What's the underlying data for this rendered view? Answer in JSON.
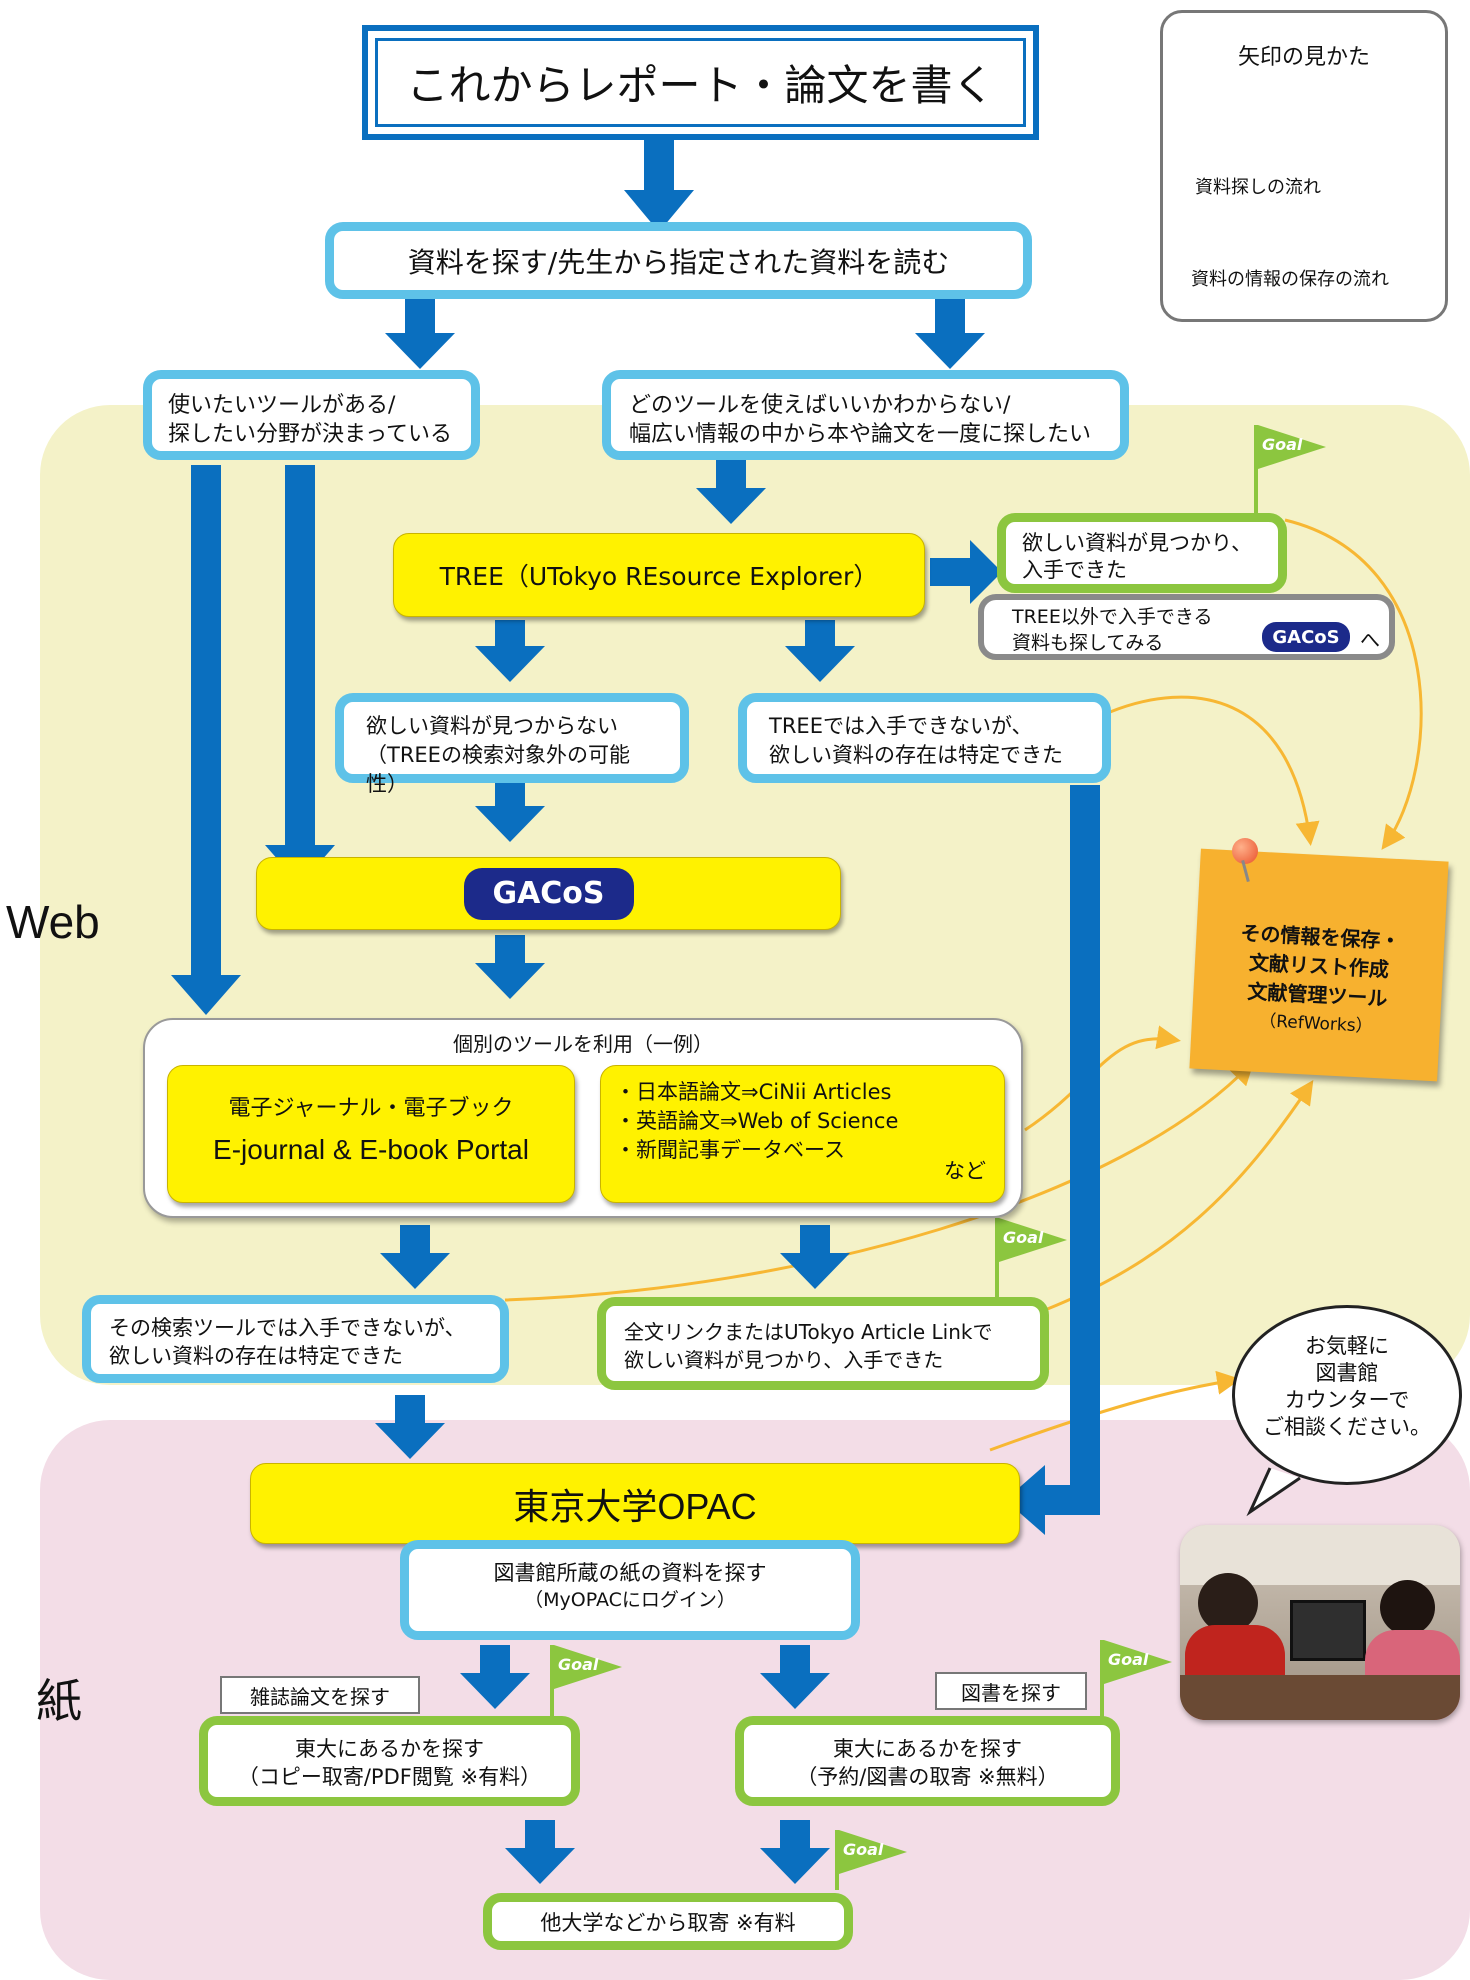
{
  "title": "これからレポート・論文を書く",
  "legend": {
    "title": "矢印の見かた",
    "blue_label": "資料探しの流れ",
    "orange_label": "資料の情報の保存の流れ"
  },
  "step1": "資料を探す/先生から指定された資料を読む",
  "left_branch": [
    "使いたいツールがある/",
    "探したい分野が決まっている"
  ],
  "right_branch": [
    "どのツールを使えばいいかわからない/",
    "幅広い情報の中から本や論文を一度に探したい"
  ],
  "tree": "TREE（UTokyo REsource Explorer）",
  "goal_label": "Goal",
  "tree_found": [
    "欲しい資料が見つかり、",
    "入手できた"
  ],
  "tree_other": [
    "TREE以外で入手できる",
    "資料も探してみる"
  ],
  "tree_other_suffix": "へ",
  "gacos_badge": "GACoS",
  "not_found": [
    "欲しい資料が見つからない",
    "（TREEの検索対象外の可能性）"
  ],
  "tree_identified": [
    "TREEでは入手できないが、",
    "欲しい資料の存在は特定できた"
  ],
  "gacos_main": "GACoS",
  "tools_title": "個別のツールを利用（一例）",
  "ejournal": [
    "電子ジャーナル・電子ブック",
    "E-journal & E-book Portal"
  ],
  "db_list": [
    "・日本語論文⇒CiNii Articles",
    "・英語論文⇒Web of Science",
    "・新聞記事データベース"
  ],
  "db_etc": "など",
  "tool_identified": [
    "その検索ツールでは入手できないが、",
    "欲しい資料の存在は特定できた"
  ],
  "fulltext": [
    "全文リンクまたはUTokyo Article Linkで",
    "欲しい資料が見つかり、入手できた"
  ],
  "save_note": [
    "その情報を保存・",
    "文献リスト作成",
    "文献管理ツール",
    "（RefWorks）"
  ],
  "counter_note": [
    "お気軽に",
    "図書館",
    "カウンターで",
    "ご相談ください。"
  ],
  "web_label": "Web",
  "paper_label": "紙",
  "opac": "東京大学OPAC",
  "paper_search": [
    "図書館所蔵の紙の資料を探す",
    "（MyOPACにログイン）"
  ],
  "journal_tag": "雑誌論文を探す",
  "book_tag": "図書を探す",
  "journal_box": [
    "東大にあるかを探す",
    "（コピー取寄/PDF閲覧 ※有料）"
  ],
  "book_box": [
    "東大にあるかを探す",
    "（予約/図書の取寄 ※無料）"
  ],
  "other_univ": "他大学などから取寄 ※有料",
  "colors": {
    "blue_arrow": "#0a6fbf",
    "orange_arrow": "#f7b733",
    "blue_border": "#5ec2e8",
    "green_border": "#8cc63f",
    "yellow": "#fff200",
    "note": "#f7b12f",
    "gacos": "#1c2a8a"
  }
}
